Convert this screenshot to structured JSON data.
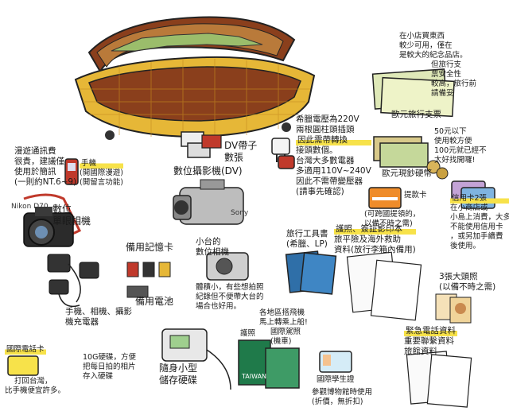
{
  "notes": {
    "roaming_phone": [
      "漫遊通訊費",
      "很貴，建議僅",
      "使用於簡訊",
      "(一則約NT.6~9)"
    ],
    "cellphone": [
      "手機",
      "(開國際漫遊)",
      "(開留言功能)"
    ],
    "dslr": [
      "數位",
      "單眼相機"
    ],
    "dv_tapes": [
      "DV帶子",
      "數張"
    ],
    "dv_camera": "數位攝影機(DV)",
    "adapter": [
      "希臘電壓為220V",
      "兩根圓柱頭插頭",
      "因此需帶轉換",
      "接頭數個。",
      "台灣大多數電器",
      "多適用110V~240V",
      "因此不需帶變壓器",
      "(請事先確認)"
    ],
    "small_shop": [
      "在小店買東西",
      "較少可用，僅在",
      "是較大的紀念品店。",
      "但旅行支",
      "票安全性",
      "較高，旅行前",
      "請備妥"
    ],
    "travelers_cheque": "歐元旅行支票",
    "cash": [
      "50元以下",
      "使用較方便",
      "100元就已經不",
      "太好找開囉!"
    ],
    "euro_cash": "歐元現鈔硬幣",
    "card": [
      "提款卡",
      "(可跨國提領的，",
      "以備不時之需)"
    ],
    "credit_card": [
      "信用卡2張",
      "在小商店或",
      "小島上消費，大多",
      "不能使用信用卡",
      "，或另加手續費",
      "後使用。"
    ],
    "memory_card": "備用記憶卡",
    "spare_battery": "備用電池",
    "compact_cam": [
      "小台的",
      "數位相機"
    ],
    "compact_cam_desc": [
      "體積小，有些想拍照",
      "紀錄但不便帶大台的",
      "場合也好用。"
    ],
    "travel_books": [
      "旅行工具書",
      "(希臘、LP)"
    ],
    "passport_copy": [
      "護照、簽証影印本",
      "旅平險及海外救助",
      "資料(放行李箱內備用)"
    ],
    "photos": [
      "3張大頭照",
      "(以備不時之需)"
    ],
    "chargers": [
      "手機、相機、攝影",
      "機充電器"
    ],
    "intl_phone_card": "國際電話卡",
    "phone_card_desc": [
      "打回台灣，",
      "比手機便宜許多。"
    ],
    "hdd": [
      "10G硬碟，方便",
      "把每日拍的相片",
      "存入硬碟"
    ],
    "portable_storage": [
      "隨身小型",
      "儲存硬碟"
    ],
    "ticket": [
      "各地區搭飛機",
      "馬上轉乘上船!"
    ],
    "passport": "護照",
    "intl_license": [
      "國際駕照",
      "(機車)"
    ],
    "passport_word": "TAIWAN",
    "student_id": "國際學生證",
    "student_id_desc": [
      "參觀博物館時使用",
      "(折價，無折扣)"
    ],
    "emergency": [
      "緊急電話資料",
      "重要聯繫資料",
      "旅館資料"
    ],
    "camera_brand": "Nikon D70",
    "dv_brand": "Sony"
  },
  "colors": {
    "suitcase_yellow": "#e6b737",
    "suitcase_lining": "#8a3f1c",
    "orange_accent": "#ef8c2a",
    "highlight": "#f7e24a"
  }
}
